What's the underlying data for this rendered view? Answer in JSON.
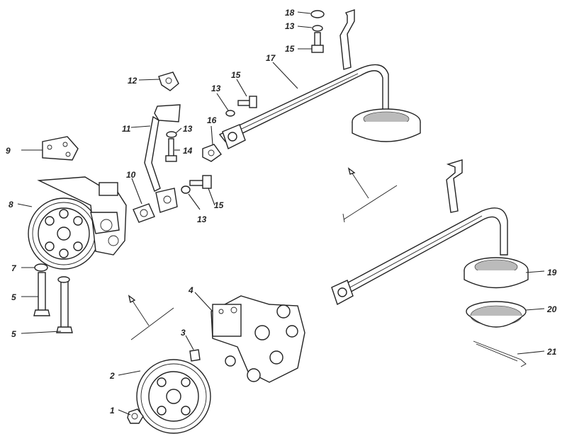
{
  "diagram": {
    "labels": [
      "1",
      "2",
      "3",
      "4",
      "5",
      "5",
      "7",
      "8",
      "9",
      "10",
      "11",
      "12",
      "13",
      "13",
      "13",
      "13",
      "14",
      "15",
      "15",
      "15",
      "16",
      "17",
      "18",
      "19",
      "20",
      "21"
    ]
  }
}
